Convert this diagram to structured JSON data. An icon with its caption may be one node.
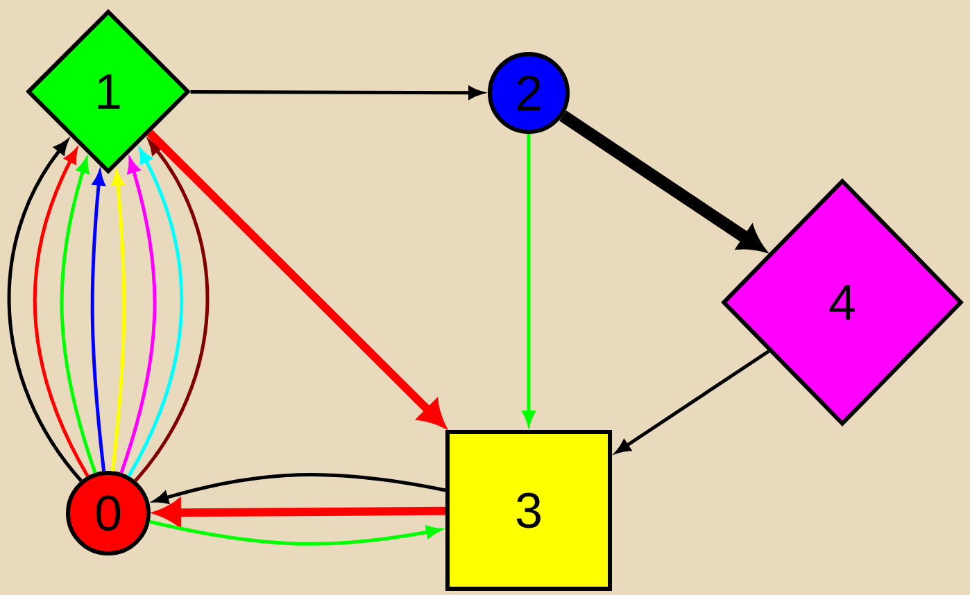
{
  "diagram": {
    "nodes": [
      {
        "text": [
          "0"
        ]
      },
      {
        "text": [
          "1"
        ]
      },
      {
        "text": [
          "2"
        ]
      },
      {
        "text": [
          "3"
        ]
      },
      {
        "text": [
          "4"
        ]
      }
    ],
    "edges": [
      {
        "from": 0,
        "to": 1,
        "arrow": "to"
      },
      {
        "from": 0,
        "to": 1,
        "arrow": "to",
        "color": "#ff0000"
      },
      {
        "from": 0,
        "to": 1,
        "arrow": "to",
        "color": "#00ff00"
      },
      {
        "from": 0,
        "to": 1,
        "arrow": "to",
        "color": "#0000ff"
      },
      {
        "from": 0,
        "to": 1,
        "arrow": "to",
        "color": "#ffff00"
      },
      {
        "from": 0,
        "to": 1,
        "arrow": "to",
        "color": "#ff00ff"
      },
      {
        "from": 0,
        "to": 1,
        "arrow": "to",
        "color": "#00ffff"
      },
      {
        "from": 0,
        "to": 1,
        "arrow": "to",
        "color": "#800000"
      },
      {
        "from": 1,
        "to": 2,
        "arrow": "to"
      },
      {
        "from": 1,
        "to": 3,
        "arrow": "to",
        "style": "thick",
        "color": "#ff0000"
      },
      {
        "from": 2,
        "to": 3,
        "arrow": "to",
        "color": "#00ff00"
      },
      {
        "from": 2,
        "to": 4,
        "arrow": "to",
        "style": "thick"
      },
      {
        "from": 4,
        "to": 3,
        "arrow": "to"
      },
      {
        "from": 3,
        "to": 0,
        "arrow": "to"
      },
      {
        "from": 3,
        "to": 0,
        "arrow": "to",
        "style": "thick",
        "color": "#ff0000"
      },
      {
        "from": 0,
        "to": 3,
        "arrow": "to",
        "color": "#00ff00"
      }
    ]
  }
}
